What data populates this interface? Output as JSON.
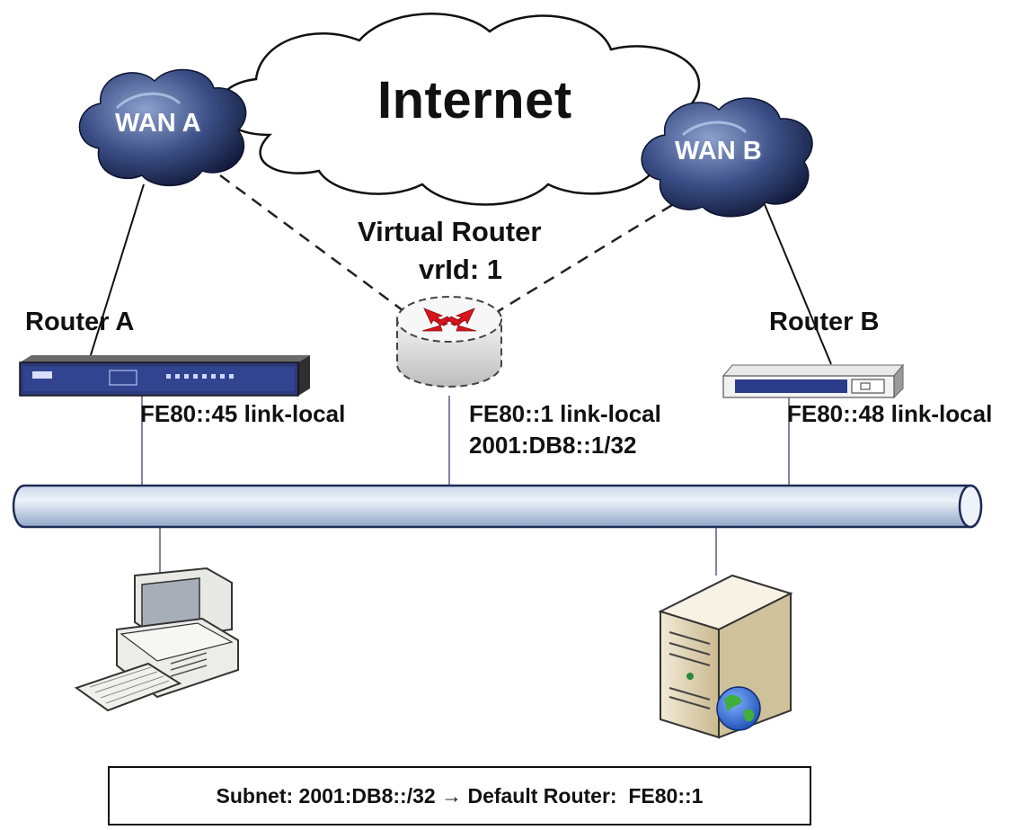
{
  "internet": {
    "label": "Internet"
  },
  "wan_a": {
    "label": "WAN A"
  },
  "wan_b": {
    "label": "WAN B"
  },
  "virtual_router": {
    "title": "Virtual Router",
    "vrid": "vrId: 1",
    "address_link_local": "FE80::1 link-local",
    "address_global": "2001:DB8::1/32"
  },
  "router_a": {
    "name": "Router A",
    "address": "FE80::45 link-local"
  },
  "router_b": {
    "name": "Router B",
    "address": "FE80::48 link-local"
  },
  "footer": {
    "subnet": "Subnet: 2001:DB8::/32",
    "arrow": "→",
    "default_router": "Default Router:  FE80::1"
  }
}
